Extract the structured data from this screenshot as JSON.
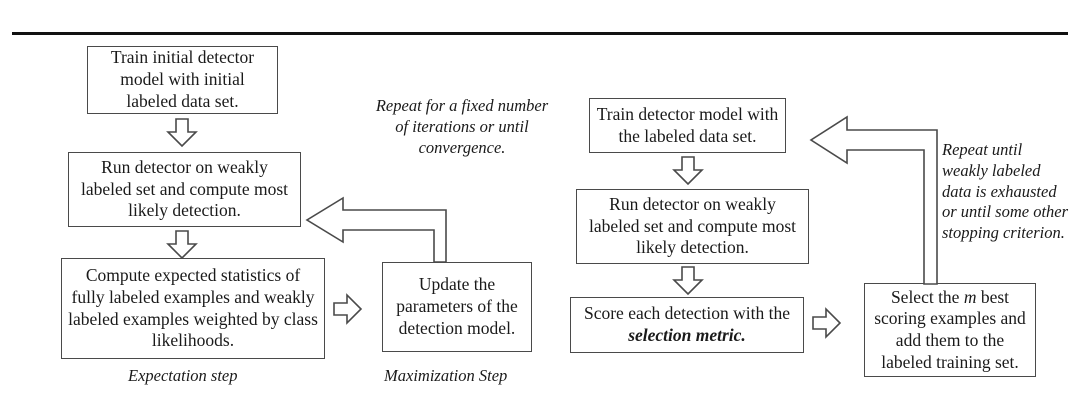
{
  "figure": {
    "title_rule": "top-horizontal-rule",
    "left_diagram": {
      "caption_expectation": "Expectation step",
      "caption_maximization": "Maximization Step",
      "loop_note": "Repeat for a fixed number of iterations or until convergence.",
      "nodes": [
        {
          "id": "train-initial-detector",
          "text": "Train initial detector model with initial labeled data set."
        },
        {
          "id": "run-detector-weakly",
          "text": "Run detector on weakly labeled set and compute most likely detection."
        },
        {
          "id": "compute-expected-statistics",
          "text": "Compute expected statistics of fully labeled examples and weakly labeled examples weighted by class likelihoods."
        },
        {
          "id": "update-parameters",
          "text": "Update the parameters of the detection model."
        }
      ]
    },
    "right_diagram": {
      "loop_note": "Repeat until weakly labeled data is exhausted or until some other stopping criterion.",
      "nodes": [
        {
          "id": "train-detector-model",
          "text": "Train detector model with the labeled data set."
        },
        {
          "id": "run-detector-weakly",
          "text": "Run detector on weakly labeled set and compute most likely detection."
        },
        {
          "id": "score-each-detection",
          "text_plain": "Score each detection with the",
          "text_emphasis": "selection metric."
        },
        {
          "id": "select-m-best",
          "text_part1": "Select the ",
          "text_emphasis": "m",
          "text_part2": " best scoring examples and add them to the labeled training set."
        }
      ]
    },
    "icons": {
      "down_arrow": "arrow-down-icon",
      "right_arrow": "arrow-right-icon",
      "left_elbow_arrow": "arrow-elbow-left-icon"
    },
    "colors": {
      "border": "#4a4a4a",
      "rule": "#111111",
      "text": "#1a1a1a",
      "background": "#ffffff"
    }
  }
}
